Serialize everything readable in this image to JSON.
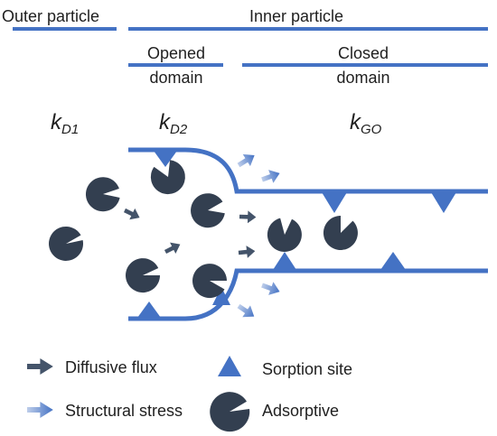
{
  "headers": {
    "outer_particle": "Outer particle",
    "inner_particle": "Inner particle",
    "opened_domain_line1": "Opened",
    "opened_domain_line2": "domain",
    "closed_domain_line1": "Closed",
    "closed_domain_line2": "domain"
  },
  "rate_constants": {
    "kd1_base": "k",
    "kd1_sub": "D1",
    "kd2_base": "k",
    "kd2_sub": "D2",
    "kgo_base": "k",
    "kgo_sub": "GO"
  },
  "legend": {
    "diffusive_flux": "Diffusive flux",
    "structural_stress": "Structural stress",
    "sorption_site": "Sorption site",
    "adsorptive": "Adsorptive"
  },
  "colors": {
    "blue": "#4472c4",
    "dark": "#333f50",
    "arrow_dark": "#44546a",
    "text": "#1f1f1f"
  }
}
